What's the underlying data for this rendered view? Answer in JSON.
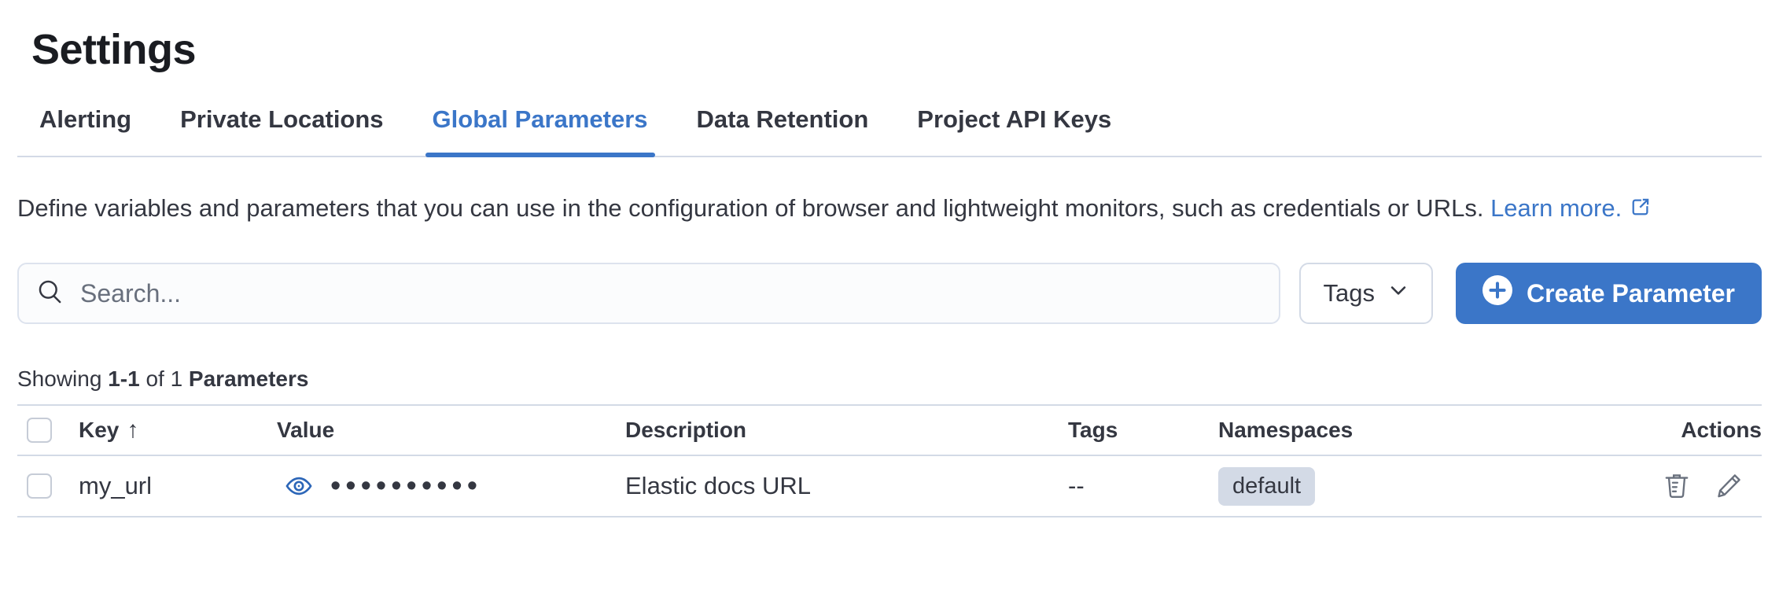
{
  "page": {
    "title": "Settings"
  },
  "tabs": [
    {
      "label": "Alerting"
    },
    {
      "label": "Private Locations"
    },
    {
      "label": "Global Parameters"
    },
    {
      "label": "Data Retention"
    },
    {
      "label": "Project API Keys"
    }
  ],
  "active_tab": "Global Parameters",
  "description": {
    "text": "Define variables and parameters that you can use in the configuration of browser and lightweight monitors, such as credentials or URLs.",
    "link_label": "Learn more."
  },
  "toolbar": {
    "search_placeholder": "Search...",
    "search_value": "",
    "tags_filter_label": "Tags",
    "create_button_label": "Create Parameter"
  },
  "summary": {
    "showing_label": "Showing",
    "range": "1-1",
    "of_label": "of 1",
    "entity_label": "Parameters"
  },
  "table": {
    "columns": [
      "Key",
      "Value",
      "Description",
      "Tags",
      "Namespaces",
      "Actions"
    ],
    "sort": {
      "column": "Key",
      "direction": "ascending",
      "arrow": "↑"
    },
    "rows": [
      {
        "key": "my_url",
        "value_masked": "••••••••••",
        "description": "Elastic docs URL",
        "tags": "--",
        "namespace": "default"
      }
    ]
  },
  "colors": {
    "accent": "#3b76c8",
    "divider": "#d3dae6",
    "badge_bg": "#d3dae6",
    "icon_gray": "#69707d",
    "text": "#343741"
  }
}
